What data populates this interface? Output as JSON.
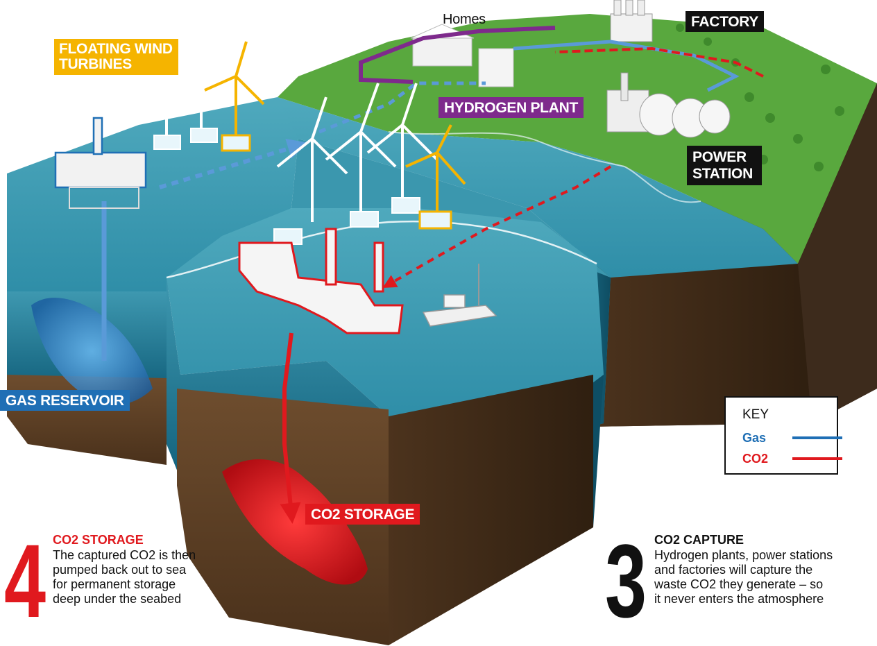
{
  "labels": {
    "floating_wind_turbines": "FLOATING WIND TURBINES",
    "homes": "Homes",
    "factory": "FACTORY",
    "hydrogen_plant": "HYDROGEN PLANT",
    "power_station": "POWER STATION",
    "gas_reservoir": "GAS RESERVOIR",
    "co2_storage": "CO2 STORAGE"
  },
  "key": {
    "title": "KEY",
    "items": [
      {
        "label": "Gas",
        "color": "#1f6fb5"
      },
      {
        "label": "CO2",
        "color": "#e0191e"
      }
    ]
  },
  "steps": [
    {
      "number": "4",
      "heading": "CO2 STORAGE",
      "lines": [
        "The captured CO2 is then",
        "pumped back out to sea",
        "for permanent storage",
        "deep under the seabed"
      ]
    },
    {
      "number": "3",
      "heading": "CO2 CAPTURE",
      "lines": [
        "Hydrogen plants, power stations",
        "and factories will capture the",
        "waste CO2 they generate – so",
        "it never enters the atmosphere"
      ]
    }
  ],
  "colors": {
    "gas": "#1f6fb5",
    "co2": "#e0191e",
    "hydrogen": "#7e2a8c",
    "wind_highlight": "#f5b400",
    "land": "#59a83e",
    "sea": "#2f8ea8",
    "seabed": "#6b4a2c"
  },
  "icons": [
    "wind-turbine-icon",
    "oil-platform-icon",
    "ship-icon",
    "factory-icon",
    "power-station-icon",
    "house-icon"
  ]
}
